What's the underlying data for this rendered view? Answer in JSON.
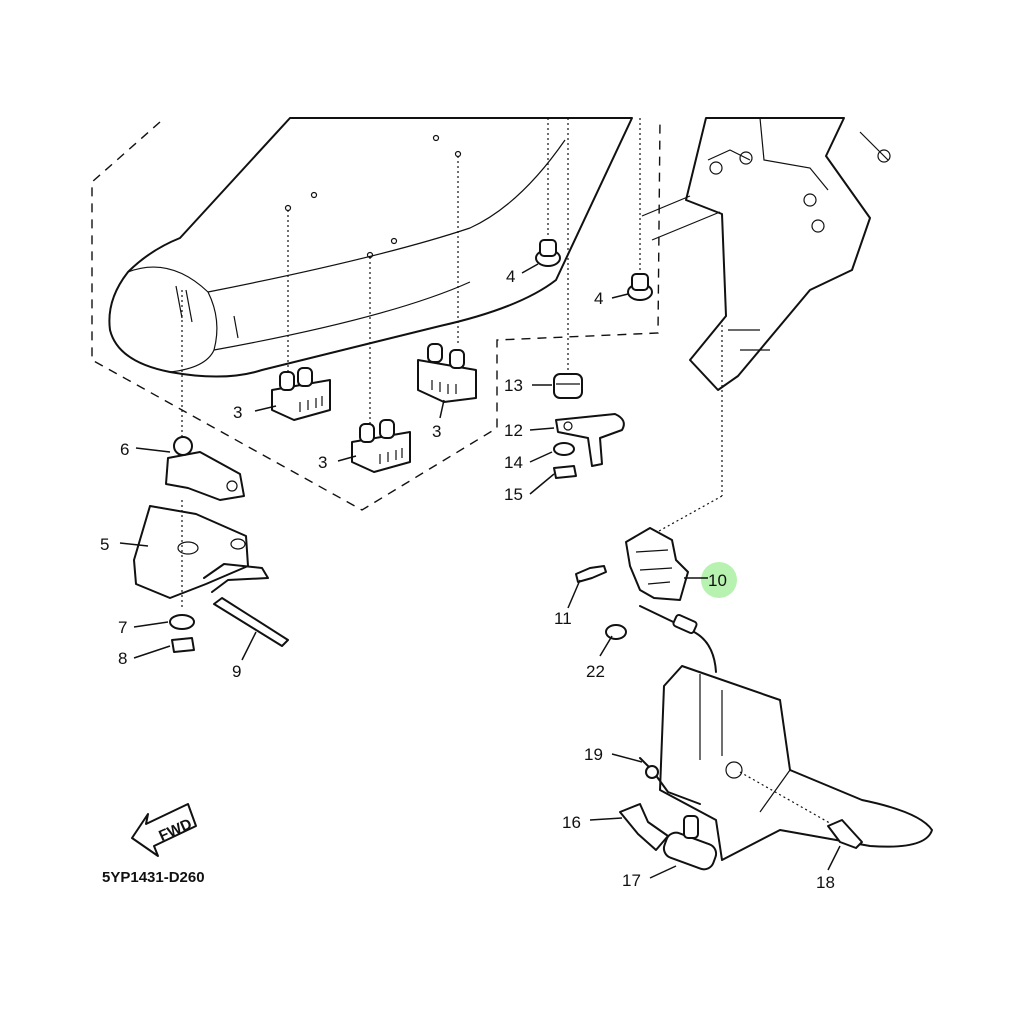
{
  "drawing": {
    "code": "5YP1431-D260",
    "fwd_label": "FWD",
    "highlight_color": "#b8f2b0",
    "highlighted_part": "10"
  },
  "parts": [
    {
      "id": "p3a",
      "label": "3"
    },
    {
      "id": "p3b",
      "label": "3"
    },
    {
      "id": "p3c",
      "label": "3"
    },
    {
      "id": "p4a",
      "label": "4"
    },
    {
      "id": "p4b",
      "label": "4"
    },
    {
      "id": "p5",
      "label": "5"
    },
    {
      "id": "p6",
      "label": "6"
    },
    {
      "id": "p7",
      "label": "7"
    },
    {
      "id": "p8",
      "label": "8"
    },
    {
      "id": "p9",
      "label": "9"
    },
    {
      "id": "p10",
      "label": "10"
    },
    {
      "id": "p11",
      "label": "11"
    },
    {
      "id": "p12",
      "label": "12"
    },
    {
      "id": "p13",
      "label": "13"
    },
    {
      "id": "p14",
      "label": "14"
    },
    {
      "id": "p15",
      "label": "15"
    },
    {
      "id": "p16",
      "label": "16"
    },
    {
      "id": "p17",
      "label": "17"
    },
    {
      "id": "p18",
      "label": "18"
    },
    {
      "id": "p19",
      "label": "19"
    },
    {
      "id": "p22",
      "label": "22"
    }
  ]
}
